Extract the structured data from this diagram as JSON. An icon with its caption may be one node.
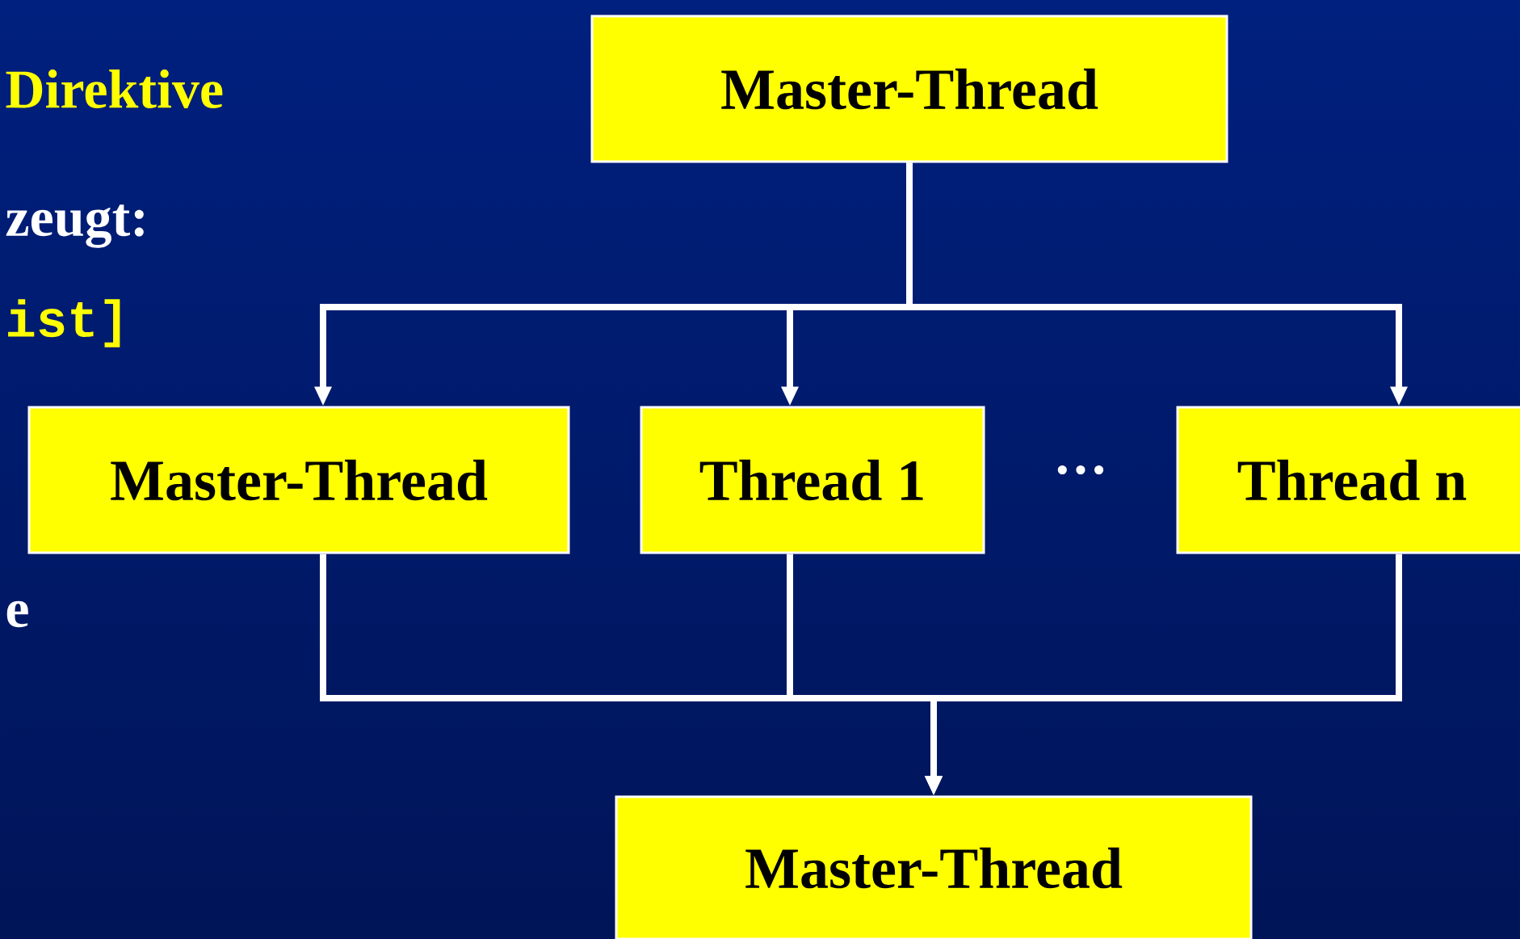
{
  "diagram": {
    "nodes": [
      {
        "text": [
          "Master-Thread"
        ]
      },
      {
        "text": [
          "Master-Thread"
        ]
      },
      {
        "text": [
          "Thread 1"
        ]
      },
      {
        "text": [
          "Thread n"
        ]
      },
      {
        "text": [
          "Master-Thread"
        ]
      }
    ],
    "edges": [
      {
        "from": 0,
        "to": 1,
        "arrow": "to"
      },
      {
        "from": 0,
        "to": 2,
        "arrow": "to"
      },
      {
        "from": 0,
        "to": 3,
        "arrow": "to"
      },
      {
        "from": 1,
        "to": 4,
        "arrow": "to"
      },
      {
        "from": 2,
        "to": 4,
        "arrow": "to"
      },
      {
        "from": 3,
        "to": 4,
        "arrow": "to"
      }
    ],
    "labels": [
      "Direktive",
      "zeugt:",
      "ist]",
      "e",
      "···"
    ]
  }
}
